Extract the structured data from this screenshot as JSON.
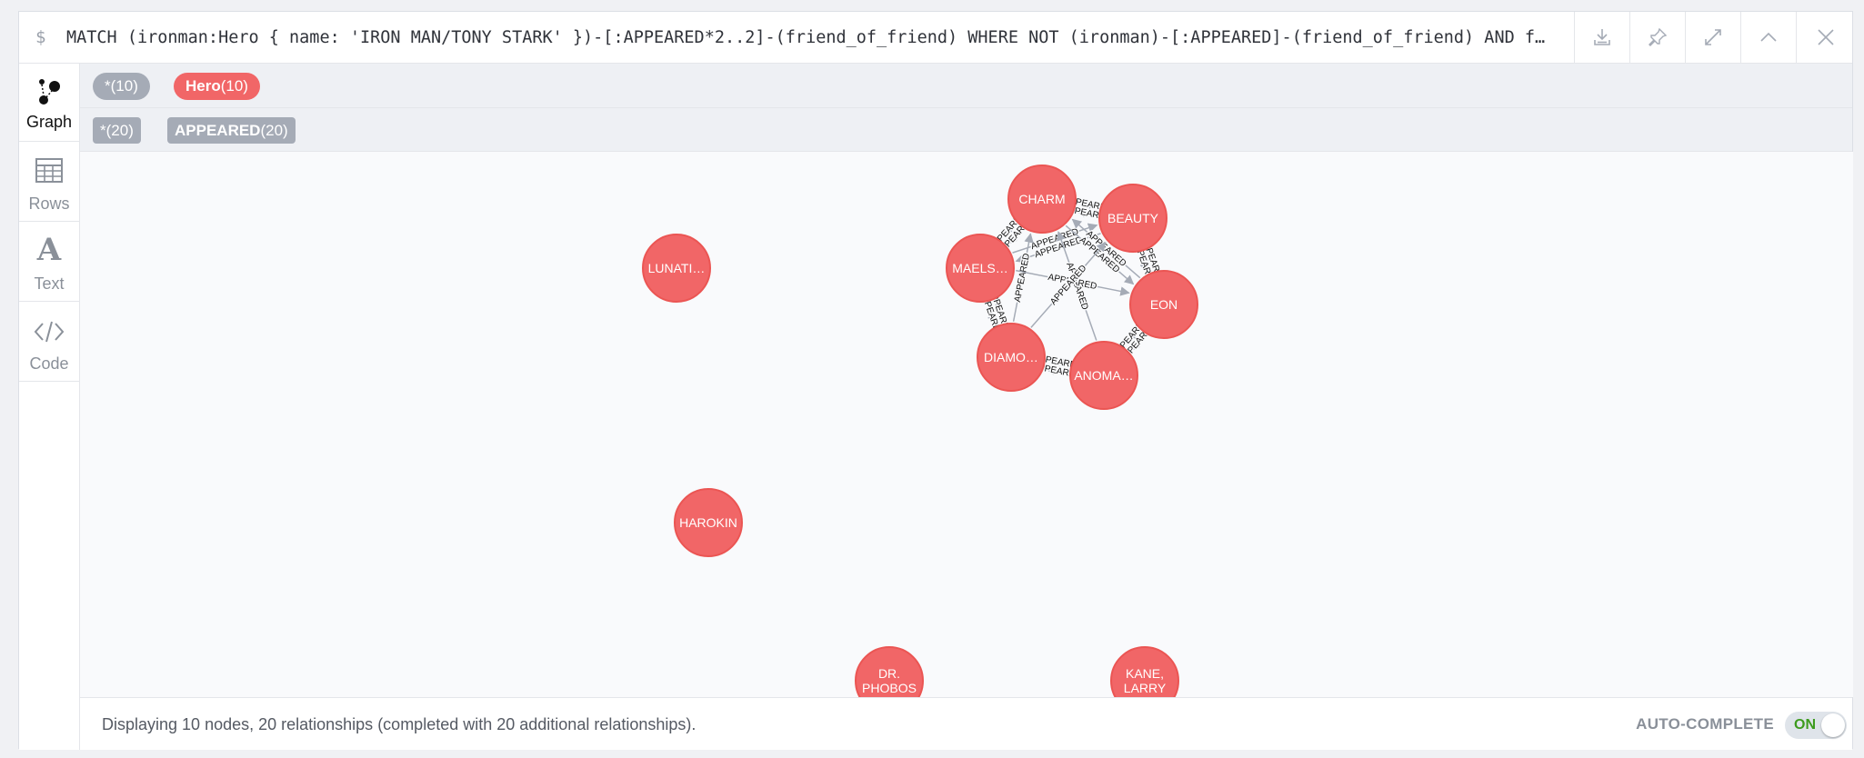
{
  "query": {
    "prompt_symbol": "$",
    "text": "MATCH (ironman:Hero { name: 'IRON MAN/TONY STARK' })-[:APPEARED*2..2]-(friend_of_friend) WHERE NOT (ironman)-[:APPEARED]-(friend_of_friend) AND fri…",
    "actions": [
      "download-icon",
      "pin-icon",
      "expand-icon",
      "collapse-icon",
      "close-icon"
    ]
  },
  "sidebar": {
    "items": [
      {
        "label": "Graph",
        "icon": "graph-icon",
        "active": true
      },
      {
        "label": "Rows",
        "icon": "table-icon",
        "active": false
      },
      {
        "label": "Text",
        "icon": "text-icon",
        "active": false
      },
      {
        "label": "Code",
        "icon": "code-icon",
        "active": false
      }
    ]
  },
  "legend": {
    "nodes_all": {
      "label": "*",
      "count": "(10)"
    },
    "nodes_hero": {
      "label": "Hero",
      "count": "(10)",
      "color": "#f16667"
    },
    "rels_all": {
      "label": "*",
      "count": "(20)"
    },
    "rels_appeared": {
      "label": "APPEARED",
      "count": "(20)"
    }
  },
  "graph": {
    "node_color": "#f16667",
    "node_stroke": "#eb5553",
    "edge_color": "#a5abb6",
    "relationship_label": "APPEARED",
    "nodes": [
      {
        "id": "charm",
        "label": [
          "CHARM"
        ]
      },
      {
        "id": "beauty",
        "label": [
          "BEAUTY"
        ]
      },
      {
        "id": "maels",
        "label": [
          "MAELS…"
        ]
      },
      {
        "id": "eon",
        "label": [
          "EON"
        ]
      },
      {
        "id": "diamo",
        "label": [
          "DIAMO…"
        ]
      },
      {
        "id": "anoma",
        "label": [
          "ANOMA…"
        ]
      },
      {
        "id": "lunati",
        "label": [
          "LUNATI…"
        ]
      },
      {
        "id": "harokin",
        "label": [
          "HAROKIN"
        ]
      },
      {
        "id": "phobos",
        "label": [
          "DR.",
          "PHOBOS"
        ]
      },
      {
        "id": "kane",
        "label": [
          "KANE,",
          "LARRY"
        ]
      }
    ],
    "edges": [
      [
        "maels",
        "charm"
      ],
      [
        "charm",
        "maels"
      ],
      [
        "charm",
        "beauty"
      ],
      [
        "beauty",
        "charm"
      ],
      [
        "beauty",
        "eon"
      ],
      [
        "eon",
        "beauty"
      ],
      [
        "eon",
        "anoma"
      ],
      [
        "anoma",
        "eon"
      ],
      [
        "diamo",
        "anoma"
      ],
      [
        "anoma",
        "diamo"
      ],
      [
        "diamo",
        "maels"
      ],
      [
        "maels",
        "diamo"
      ],
      [
        "maels",
        "beauty"
      ],
      [
        "beauty",
        "maels"
      ],
      [
        "charm",
        "eon"
      ],
      [
        "eon",
        "charm"
      ],
      [
        "diamo",
        "charm"
      ],
      [
        "anoma",
        "charm"
      ],
      [
        "maels",
        "eon"
      ],
      [
        "diamo",
        "beauty"
      ]
    ]
  },
  "footer": {
    "status": "Displaying 10 nodes, 20 relationships (completed with 20 additional relationships).",
    "autocomplete_label": "AUTO-COMPLETE",
    "toggle_label": "ON"
  }
}
